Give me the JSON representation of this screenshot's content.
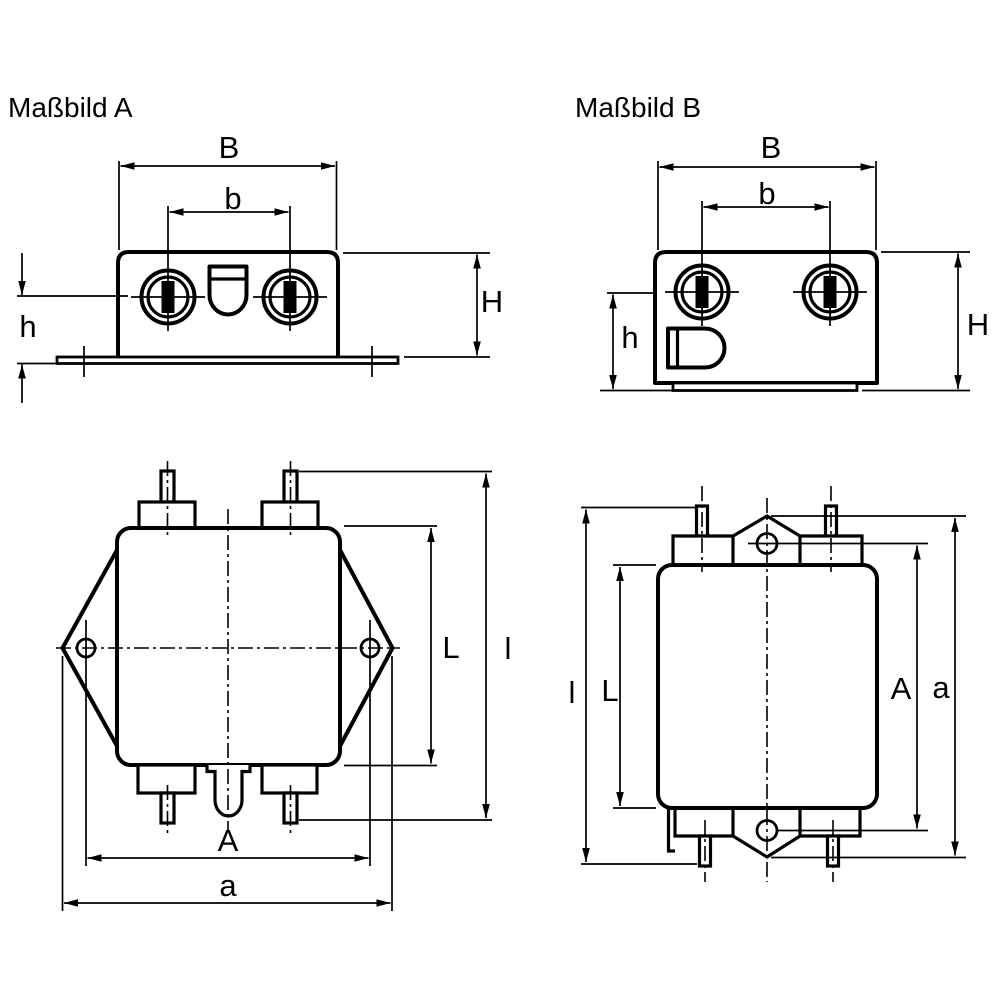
{
  "page": {
    "background": "#ffffff",
    "line_color": "#000000"
  },
  "view_a_front": {
    "title": "Maßbild A",
    "dims": {
      "body_width": "B",
      "terminal_spacing": "b",
      "height": "H",
      "terminal_axis_height": "h"
    }
  },
  "view_b_front": {
    "title": "Maßbild B",
    "dims": {
      "body_width": "B",
      "terminal_spacing": "b",
      "height": "H",
      "terminal_axis_height": "h"
    }
  },
  "view_a_top": {
    "dims": {
      "body_length": "L",
      "total_length": "l",
      "hole_spacing": "A",
      "flange_span": "a"
    }
  },
  "view_b_top": {
    "dims": {
      "total_length": "l",
      "body_length": "L",
      "hole_spacing": "A",
      "tab_span": "a"
    }
  }
}
